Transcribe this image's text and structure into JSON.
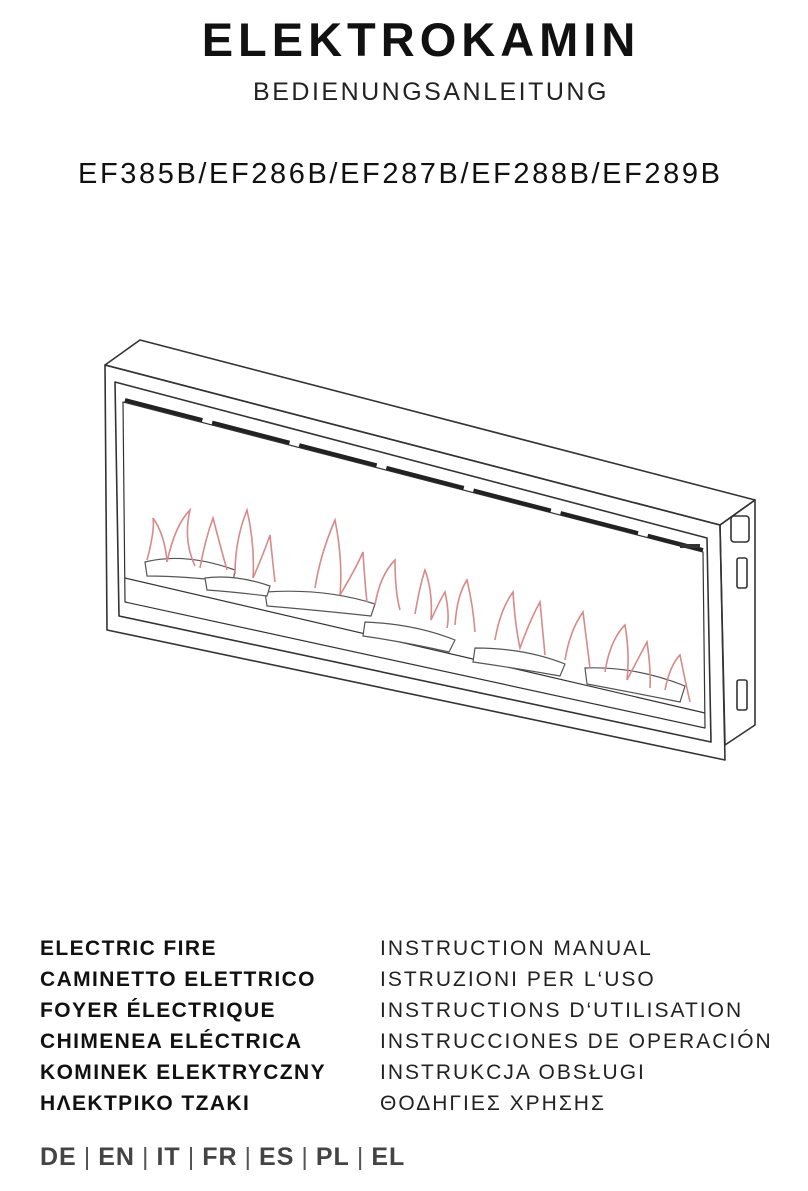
{
  "header": {
    "title": "ELEKTROKAMIN",
    "subtitle": "BEDIENUNGSANLEITUNG",
    "models": "EF385B/EF286B/EF287B/EF288B/EF289B"
  },
  "illustration": {
    "subject": "electric-fireplace-drawing",
    "colors": {
      "outline": "#333333",
      "flame": "#d88a8a"
    }
  },
  "languages": [
    {
      "name": "ELECTRIC FIRE",
      "manual": "INSTRUCTION MANUAL"
    },
    {
      "name": "CAMINETTO ELETTRICO",
      "manual": "ISTRUZIONI PER L‘USO"
    },
    {
      "name": "FOYER ÉLECTRIQUE",
      "manual": "INSTRUCTIONS D‘UTILISATION"
    },
    {
      "name": "CHIMENEA ELÉCTRICA",
      "manual": "INSTRUCCIONES DE OPERACIÓN"
    },
    {
      "name": "KOMINEK ELEKTRYCZNY",
      "manual": "INSTRUKCJA OBSŁUGI"
    },
    {
      "name": "ΗΛΕΚΤΡΙΚΟ ΤΖΑΚΙ",
      "manual": "ΘΟΔΗΓΙΕΣ ΧΡΗΣΗΣ"
    }
  ],
  "language_codes": [
    "DE",
    "EN",
    "IT",
    "FR",
    "ES",
    "PL",
    "EL"
  ],
  "separator": "|"
}
